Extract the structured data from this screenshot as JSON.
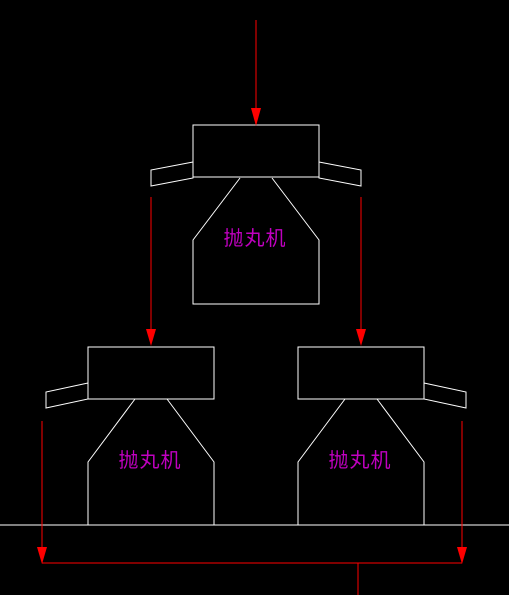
{
  "diagram": {
    "machines": [
      {
        "id": "top",
        "label": "抛丸机"
      },
      {
        "id": "bottom-left",
        "label": "抛丸机"
      },
      {
        "id": "bottom-right",
        "label": "抛丸机"
      }
    ]
  },
  "colors": {
    "background": "#000000",
    "outline": "#ffffff",
    "flow_arrow": "#ff0000",
    "label": "#c000c0"
  }
}
